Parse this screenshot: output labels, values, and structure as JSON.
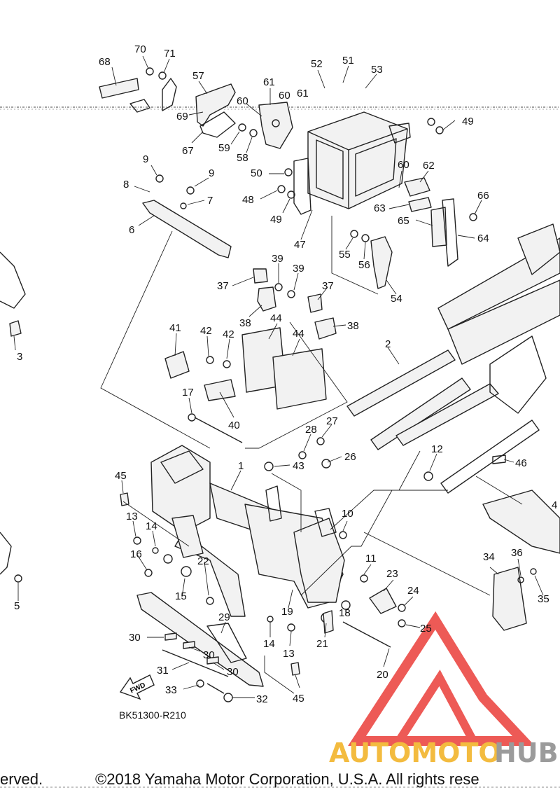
{
  "diagram": {
    "reference_code": "BK51300-R210",
    "direction_label": "FWD",
    "copyright_left": "erved.",
    "copyright_main": "©2018 Yamaha Motor Corporation, U.S.A. All rights rese",
    "watermark": {
      "part1": "AUTOMOTO",
      "part2": "HUB",
      "color1": "#f0a500",
      "color2": "#7a7a7a",
      "logo_color": "#e8231e"
    },
    "part_numbers": [
      "70",
      "71",
      "68",
      "57",
      "52",
      "51",
      "53",
      "61",
      "60",
      "60",
      "61",
      "69",
      "67",
      "59",
      "58",
      "49",
      "9",
      "9",
      "8",
      "7",
      "6",
      "50",
      "48",
      "49",
      "47",
      "60",
      "62",
      "63",
      "65",
      "66",
      "64",
      "55",
      "56",
      "54",
      "39",
      "39",
      "37",
      "37",
      "38",
      "38",
      "44",
      "44",
      "41",
      "42",
      "42",
      "3",
      "2",
      "17",
      "40",
      "28",
      "27",
      "43",
      "26",
      "1",
      "12",
      "46",
      "45",
      "13",
      "14",
      "16",
      "10",
      "22",
      "15",
      "11",
      "23",
      "24",
      "19",
      "18",
      "25",
      "4",
      "34",
      "36",
      "35",
      "5",
      "29",
      "30",
      "30",
      "30",
      "31",
      "21",
      "14",
      "13",
      "20",
      "33",
      "32",
      "45"
    ]
  }
}
